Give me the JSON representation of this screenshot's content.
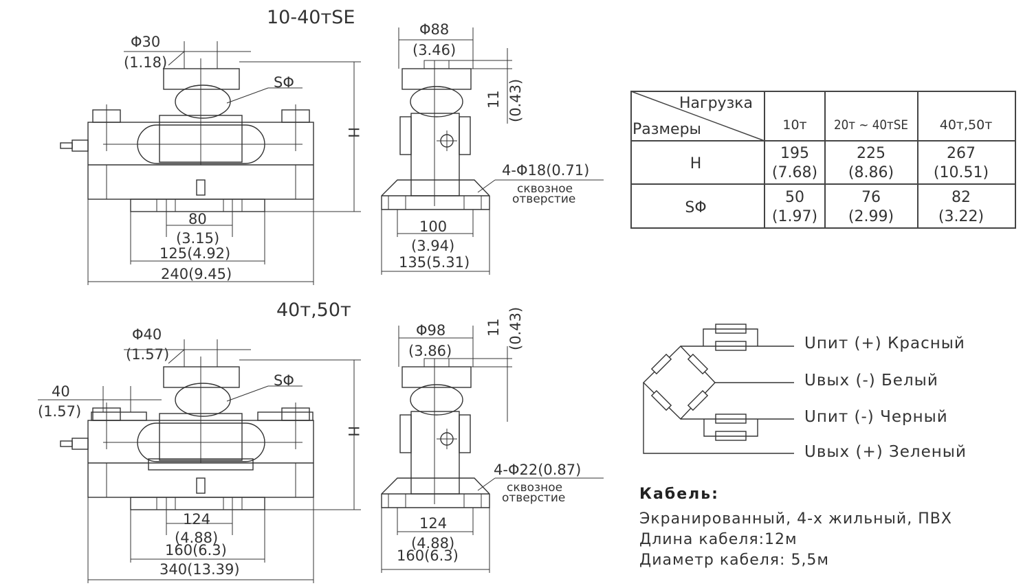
{
  "top_model": {
    "title": "10-40тSE",
    "front": {
      "d_pin": "Φ30",
      "d_pin_in": "(1.18)",
      "sphere": "SΦ",
      "height": "H",
      "w1": "80",
      "w1_in": "(3.15)",
      "w2": "125(4.92)",
      "w3": "240(9.45)"
    },
    "side": {
      "d_cap": "Φ88",
      "d_cap_in": "(3.46)",
      "gap": "11",
      "gap_in": "(0.43)",
      "holes": "4-Φ18(0.71)",
      "holes_note1": "сквозное",
      "holes_note2": "отверстие",
      "w1": "100",
      "w1_in": "(3.94)",
      "w2": "135(5.31)"
    }
  },
  "bottom_model": {
    "title": "40т,50т",
    "front": {
      "d_pin": "Φ40",
      "d_pin_in": "(1.57)",
      "offset": "40",
      "offset_in": "(1.57)",
      "sphere": "SΦ",
      "height": "H",
      "w1": "124",
      "w1_in": "(4.88)",
      "w2": "160(6.3)",
      "w3": "340(13.39)"
    },
    "side": {
      "d_cap": "Φ98",
      "d_cap_in": "(3.86)",
      "gap": "11",
      "gap_in": "(0.43)",
      "holes": "4-Φ22(0.87)",
      "holes_note1": "сквозное",
      "holes_note2": "отверстие",
      "w1": "124",
      "w1_in": "(4.88)",
      "w2": "160(6.3)"
    }
  },
  "table": {
    "header_load": "Нагрузка",
    "header_dims": "Размеры",
    "columns": [
      "10т",
      "20т ~ 40тSE",
      "40т,50т"
    ],
    "rows": [
      {
        "label": "H",
        "values": [
          [
            "195",
            "(7.68)"
          ],
          [
            "225",
            "(8.86)"
          ],
          [
            "267",
            "(10.51)"
          ]
        ]
      },
      {
        "label": "SΦ",
        "values": [
          [
            "50",
            "(1.97)"
          ],
          [
            "76",
            "(2.99)"
          ],
          [
            "82",
            "(3.22)"
          ]
        ]
      }
    ]
  },
  "wiring": [
    "Uпит (+) Красный",
    "Uвых (-) Белый",
    "Uпит (-) Черный",
    "Uвых (+) Зеленый"
  ],
  "cable": {
    "heading": "Кабель:",
    "lines": [
      "Экранированный, 4-х жильный, ПВХ",
      "Длина кабеля:12м",
      "Диаметр кабеля: 5,5м"
    ]
  }
}
